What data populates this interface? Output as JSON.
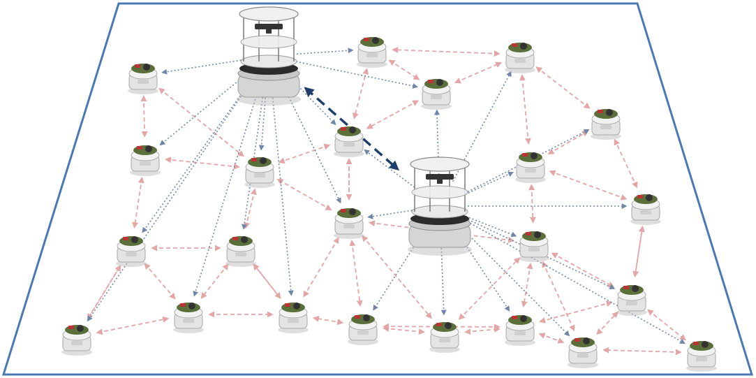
{
  "colors": {
    "floor_border": "#4a78b4",
    "broadcast_link": "#6f86a8",
    "leader_link": "#1f3f6b",
    "peer_link": "#e3a5a5",
    "robot_body": "#e4e4e4",
    "robot_board": "#5b6f3a",
    "robot_shadow": "#bdbdbd",
    "large_robot_plate": "#f0f0f0",
    "large_robot_base": "#d5d5d5",
    "sensor": "#333333"
  },
  "nodes": {
    "large": [
      {
        "id": "L1",
        "name": "large-robot-top"
      },
      {
        "id": "L2",
        "name": "large-robot-center"
      }
    ],
    "small": [
      "s1",
      "s2",
      "s3",
      "s4",
      "s5",
      "s6",
      "s7",
      "s8",
      "s9",
      "s10",
      "s11",
      "s12",
      "s13",
      "s14",
      "s15",
      "s16",
      "s17",
      "s18",
      "s19",
      "s20",
      "s21",
      "s22",
      "s23",
      "s24",
      "s25",
      "s26",
      "s27",
      "s28"
    ]
  }
}
